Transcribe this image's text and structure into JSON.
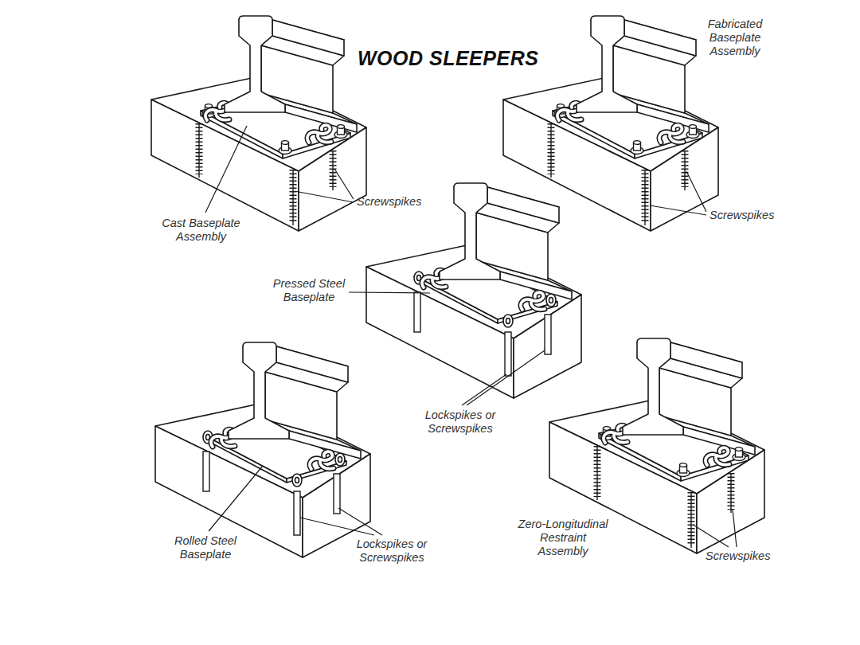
{
  "diagram": {
    "title": "WOOD SLEEPERS",
    "labels": [
      "Fabricated Baseplate Assembly",
      "Screwspikes",
      "Cast Baseplate Assembly",
      "Screwspikes",
      "Pressed Steel Baseplate",
      "Lockspikes or Screwspikes",
      "Rolled Steel Baseplate",
      "Lockspikes or Screwspikes",
      "Zero-Longitudinal Restraint Assembly",
      "Screwspikes"
    ]
  }
}
